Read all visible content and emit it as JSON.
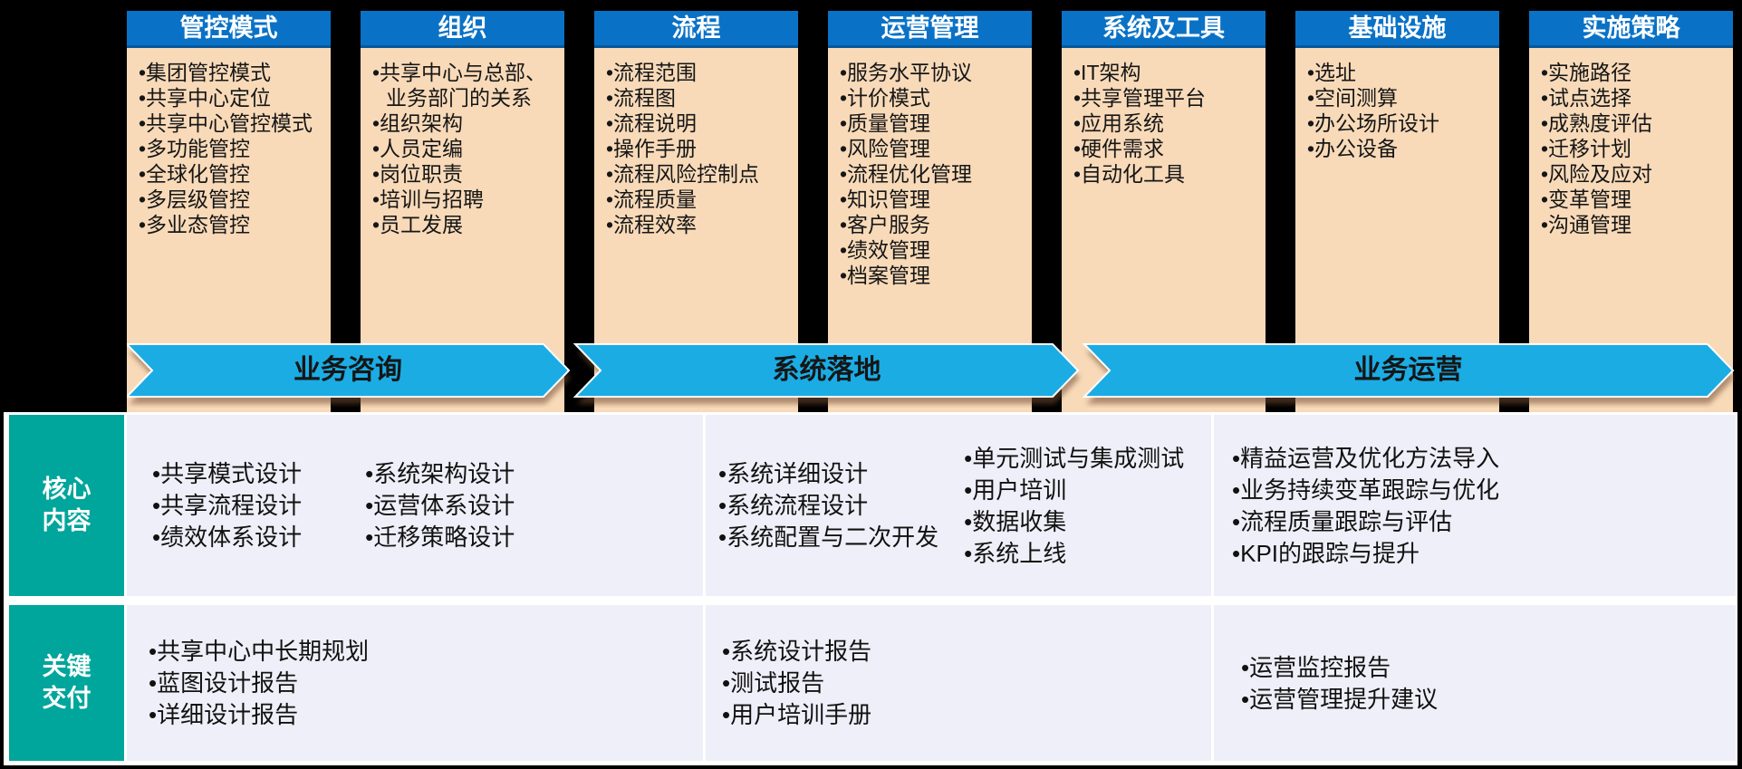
{
  "colors": {
    "header_blue": "#0A72C6",
    "pillar_peach": "#F8DAB9",
    "arrow_blue": "#1BACE4",
    "label_teal": "#00A69B",
    "panel_lavender": "#EFEFF9",
    "background": "#000000"
  },
  "pillars": [
    {
      "title": "管控模式",
      "items": [
        "集团管控模式",
        "共享中心定位",
        "共享中心管控模式",
        "多功能管控",
        "全球化管控",
        "多层级管控",
        "多业态管控"
      ]
    },
    {
      "title": "组织",
      "items": [
        "共享中心与总部、业务部门的关系",
        "组织架构",
        "人员定编",
        "岗位职责",
        "培训与招聘",
        "员工发展"
      ]
    },
    {
      "title": "流程",
      "items": [
        "流程范围",
        "流程图",
        "流程说明",
        "操作手册",
        "流程风险控制点",
        "流程质量",
        "流程效率"
      ]
    },
    {
      "title": "运营管理",
      "items": [
        "服务水平协议",
        "计价模式",
        "质量管理",
        "风险管理",
        "流程优化管理",
        "知识管理",
        "客户服务",
        "绩效管理",
        "档案管理"
      ]
    },
    {
      "title": "系统及工具",
      "items": [
        "IT架构",
        "共享管理平台",
        "应用系统",
        "硬件需求",
        "自动化工具"
      ]
    },
    {
      "title": "基础设施",
      "items": [
        "选址",
        "空间测算",
        "办公场所设计",
        "办公设备"
      ]
    },
    {
      "title": "实施策略",
      "items": [
        "实施路径",
        "试点选择",
        "成熟度评估",
        "迁移计划",
        "风险及应对",
        "变革管理",
        "沟通管理"
      ]
    }
  ],
  "phases": [
    {
      "label": "业务咨询"
    },
    {
      "label": "系统落地"
    },
    {
      "label": "业务运营"
    }
  ],
  "bottom_rows": [
    {
      "label": "核心\n内容",
      "cells": [
        {
          "lists": [
            [
              "共享模式设计",
              "共享流程设计",
              "绩效体系设计"
            ],
            [
              "系统架构设计",
              "运营体系设计",
              "迁移策略设计"
            ]
          ]
        },
        {
          "lists": [
            [
              "系统详细设计",
              "系统流程设计",
              "系统配置与二次开发"
            ],
            [
              "单元测试与集成测试",
              "用户培训",
              "数据收集",
              "系统上线"
            ]
          ]
        },
        {
          "lists": [
            [
              "精益运营及优化方法导入",
              "业务持续变革跟踪与优化",
              "流程质量跟踪与评估",
              "KPI的跟踪与提升"
            ]
          ]
        }
      ]
    },
    {
      "label": "关键\n交付",
      "cells": [
        {
          "lists": [
            [
              "共享中心中长期规划",
              "蓝图设计报告",
              "详细设计报告"
            ]
          ]
        },
        {
          "lists": [
            [
              "系统设计报告",
              "测试报告",
              "用户培训手册"
            ]
          ]
        },
        {
          "lists": [
            [
              "运营监控报告",
              "运营管理提升建议"
            ]
          ]
        }
      ]
    }
  ]
}
